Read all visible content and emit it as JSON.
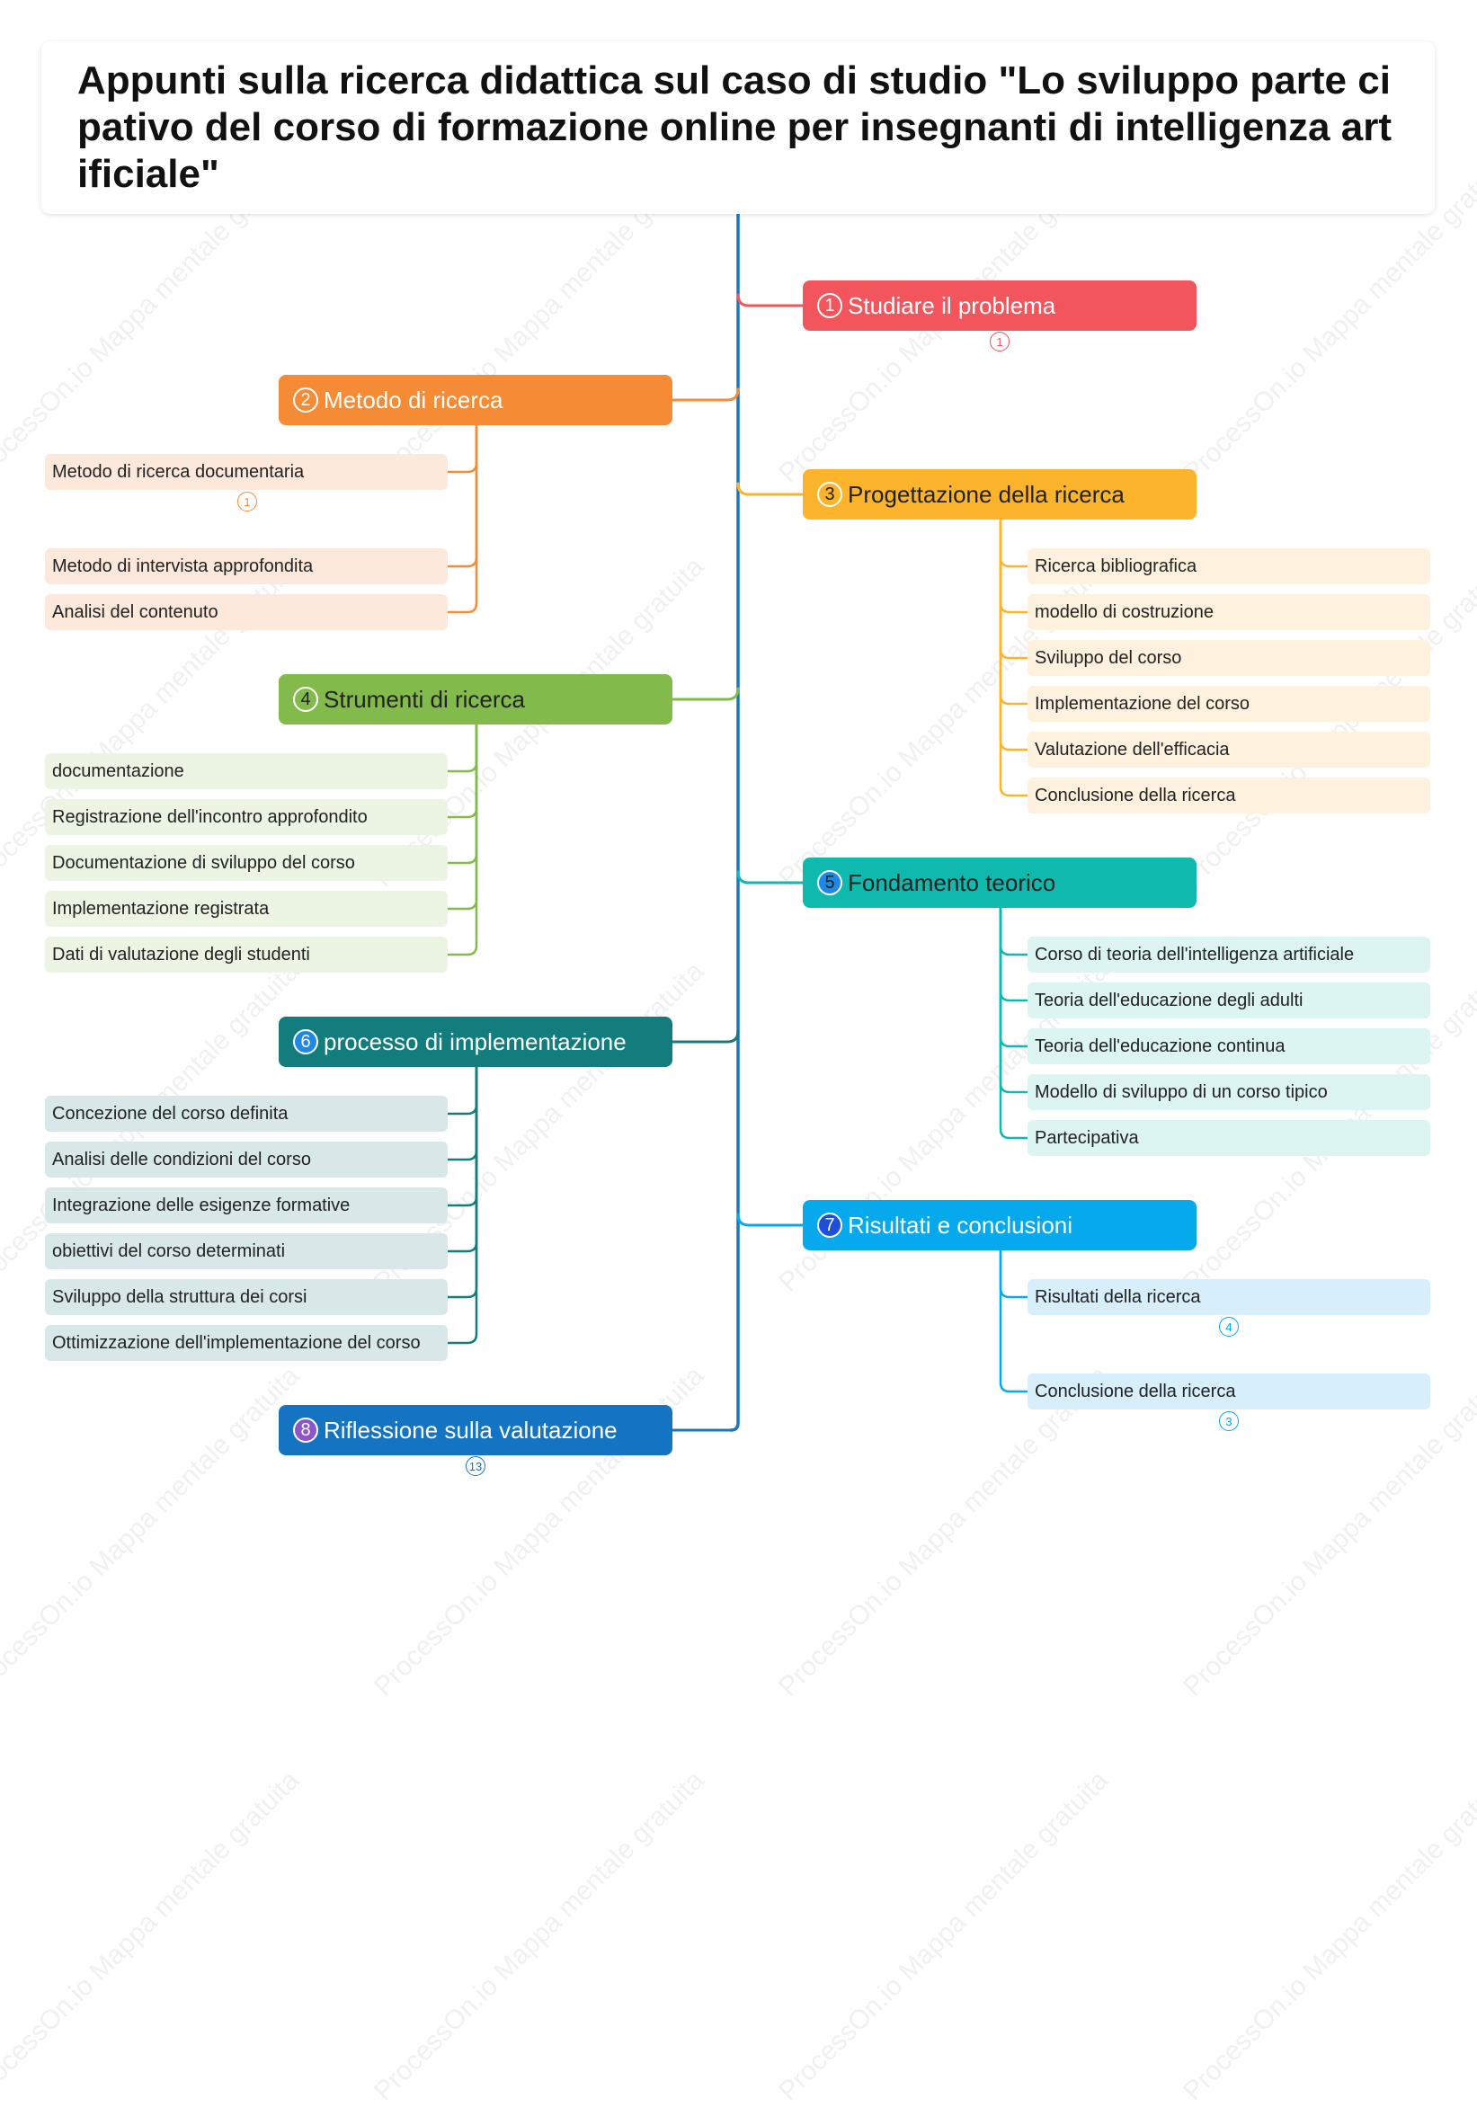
{
  "title": "Appunti sulla ricerca didattica sul caso di studio \"Lo sviluppo parte cipativo del corso di formazione online per insegnanti di intelligenza  artificiale\"",
  "watermark": "ProcessOn.io Mappa mentale gratuita",
  "colors": {
    "trunk": "#1976c4",
    "red": "#f2555b",
    "orange": "#f68b35",
    "yellow": "#fbb42c",
    "green": "#82bb4c",
    "teal": "#10b9ad",
    "darkteal": "#137c7c",
    "cyan": "#06a9ec",
    "blue": "#1474c2"
  },
  "branches": [
    {
      "num": "1",
      "label": "Studiare il problema",
      "badge": "1",
      "children": []
    },
    {
      "num": "2",
      "label": "Metodo di ricerca",
      "children": [
        {
          "label": "Metodo di ricerca documentaria",
          "badge": "1"
        },
        {
          "label": "Metodo di intervista approfondita"
        },
        {
          "label": "Analisi del contenuto"
        }
      ]
    },
    {
      "num": "3",
      "label": "Progettazione della ricerca",
      "children": [
        {
          "label": "Ricerca bibliografica"
        },
        {
          "label": "modello di costruzione"
        },
        {
          "label": "Sviluppo del corso"
        },
        {
          "label": "Implementazione del corso"
        },
        {
          "label": "Valutazione dell'efficacia"
        },
        {
          "label": "Conclusione della ricerca"
        }
      ]
    },
    {
      "num": "4",
      "label": "Strumenti di ricerca",
      "children": [
        {
          "label": "documentazione"
        },
        {
          "label": "Registrazione dell'incontro approfondito"
        },
        {
          "label": "Documentazione di sviluppo del corso"
        },
        {
          "label": "Implementazione registrata"
        },
        {
          "label": "Dati di valutazione degli studenti"
        }
      ]
    },
    {
      "num": "5",
      "label": "Fondamento teorico",
      "children": [
        {
          "label": "Corso di teoria dell'intelligenza artificiale"
        },
        {
          "label": "Teoria dell'educazione degli adulti"
        },
        {
          "label": "Teoria dell'educazione continua"
        },
        {
          "label": "Modello di sviluppo di un corso tipico"
        },
        {
          "label": "Partecipativa"
        }
      ]
    },
    {
      "num": "6",
      "label": "processo di implementazione",
      "children": [
        {
          "label": "Concezione del corso definita"
        },
        {
          "label": "Analisi delle condizioni del corso"
        },
        {
          "label": "Integrazione delle esigenze formative"
        },
        {
          "label": "obiettivi del corso determinati"
        },
        {
          "label": "Sviluppo della struttura dei corsi"
        },
        {
          "label": "Ottimizzazione dell'implementazione del corso"
        }
      ]
    },
    {
      "num": "7",
      "label": "Risultati e conclusioni",
      "children": [
        {
          "label": "Risultati della ricerca",
          "badge": "4"
        },
        {
          "label": "Conclusione della ricerca",
          "badge": "3"
        }
      ]
    },
    {
      "num": "8",
      "label": "Riflessione sulla valutazione",
      "badge": "13",
      "children": []
    }
  ]
}
